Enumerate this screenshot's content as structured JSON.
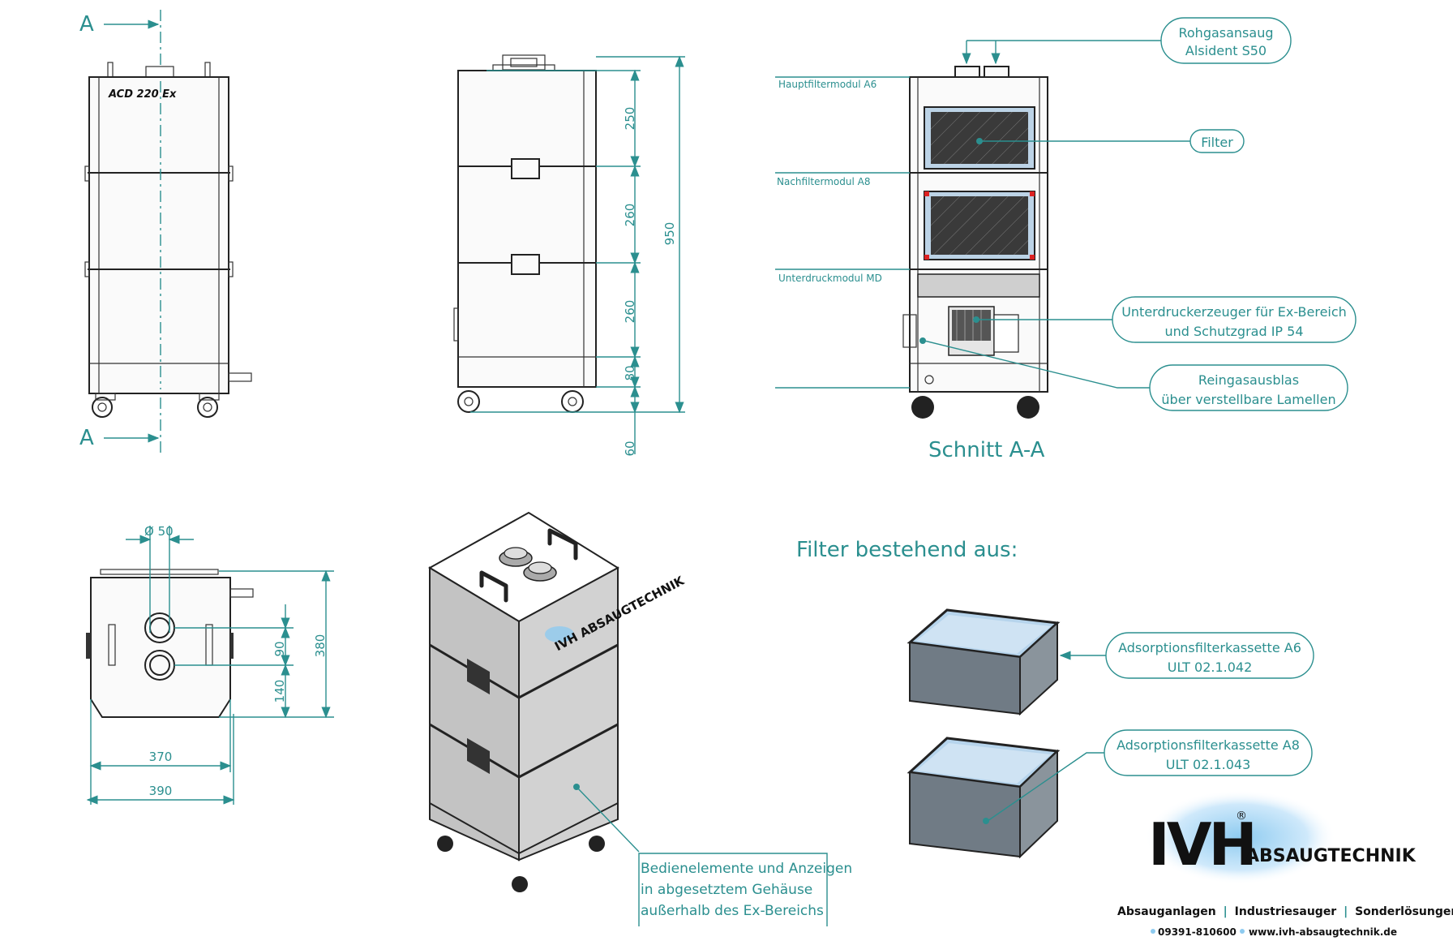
{
  "section_marker": "A",
  "model_label": "ACD 220 Ex",
  "dimensions": {
    "modules": [
      "250",
      "260",
      "260",
      "80",
      "60"
    ],
    "total_height": "950",
    "diameter": "Ø 50",
    "w370": "370",
    "w390": "390",
    "h90": "90",
    "h140": "140",
    "h380": "380"
  },
  "section": {
    "title": "Schnitt A-A",
    "modules": [
      "Hauptfiltermodul A6",
      "Nachfiltermodul A8",
      "Unterdruckmodul MD"
    ],
    "callouts": {
      "rohgas": [
        "Rohgasansaug",
        "Alsident S50"
      ],
      "filter": "Filter",
      "unterdruck": [
        "Unterdruckerzeuger für Ex-Bereich",
        "und Schutzgrad IP 54"
      ],
      "reingas": [
        "Reingasausblas",
        "über verstellbare Lamellen"
      ]
    }
  },
  "filter_heading": "Filter bestehend aus:",
  "cassettes": {
    "a6": [
      "Adsorptionsfilterkassette A6",
      "ULT 02.1.042"
    ],
    "a8": [
      "Adsorptionsfilterkassette A8",
      "ULT 02.1.043"
    ]
  },
  "iso_logo": "IVH ABSAUGTECHNIK",
  "control_note": [
    "Bedienelemente und Anzeigen",
    "in abgesetztem Gehäuse",
    "außerhalb des Ex-Bereichs"
  ],
  "brand": {
    "logo_main": "IVH",
    "logo_sub": "ABSAUGTECHNIK",
    "reg": "®",
    "tagline": [
      "Absauganlagen",
      "Industriesauger",
      "Sonderlösungen"
    ],
    "separator": "|",
    "phone": "09391-810600",
    "web": "www.ivh-absaugtechnik.de"
  },
  "colors": {
    "accent": "#2b8f8f",
    "device_grey": "#c8c8c8",
    "logo_blue": "#8ecbf0"
  }
}
